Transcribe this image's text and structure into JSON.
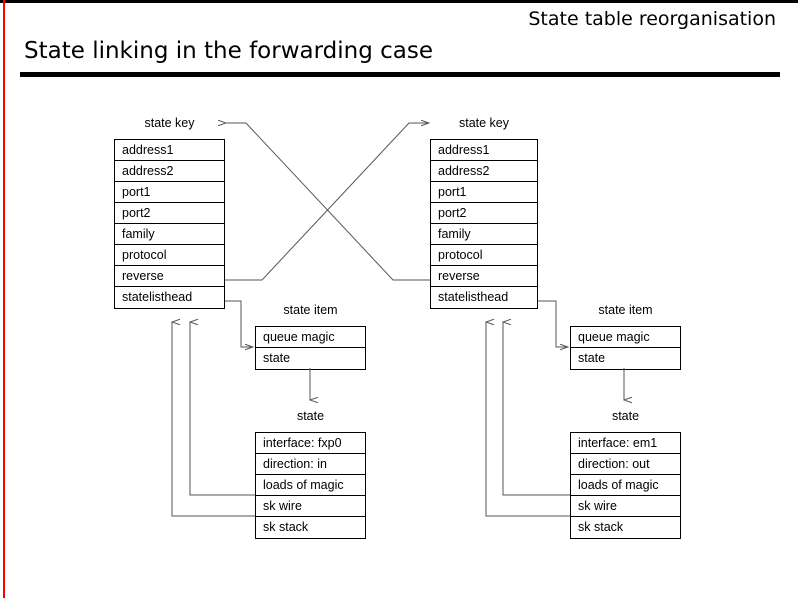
{
  "slide": {
    "kicker": "State table reorganisation",
    "title": "State linking in the forwarding case",
    "accent_color": "#ff0000",
    "rule_color": "#000000",
    "line_color": "#555555"
  },
  "diagram": {
    "left_state_key": {
      "label": "state key",
      "rows": [
        "address1",
        "address2",
        "port1",
        "port2",
        "family",
        "protocol",
        "reverse",
        "statelisthead"
      ]
    },
    "right_state_key": {
      "label": "state key",
      "rows": [
        "address1",
        "address2",
        "port1",
        "port2",
        "family",
        "protocol",
        "reverse",
        "statelisthead"
      ]
    },
    "left_state_item": {
      "label": "state item",
      "rows": [
        "queue magic",
        "state"
      ]
    },
    "right_state_item": {
      "label": "state item",
      "rows": [
        "queue magic",
        "state"
      ]
    },
    "left_state": {
      "label": "state",
      "rows": [
        "interface: fxp0",
        "direction: in",
        "loads of magic",
        "sk wire",
        "sk stack"
      ]
    },
    "right_state": {
      "label": "state",
      "rows": [
        "interface: em1",
        "direction: out",
        "loads of magic",
        "sk wire",
        "sk stack"
      ]
    }
  }
}
